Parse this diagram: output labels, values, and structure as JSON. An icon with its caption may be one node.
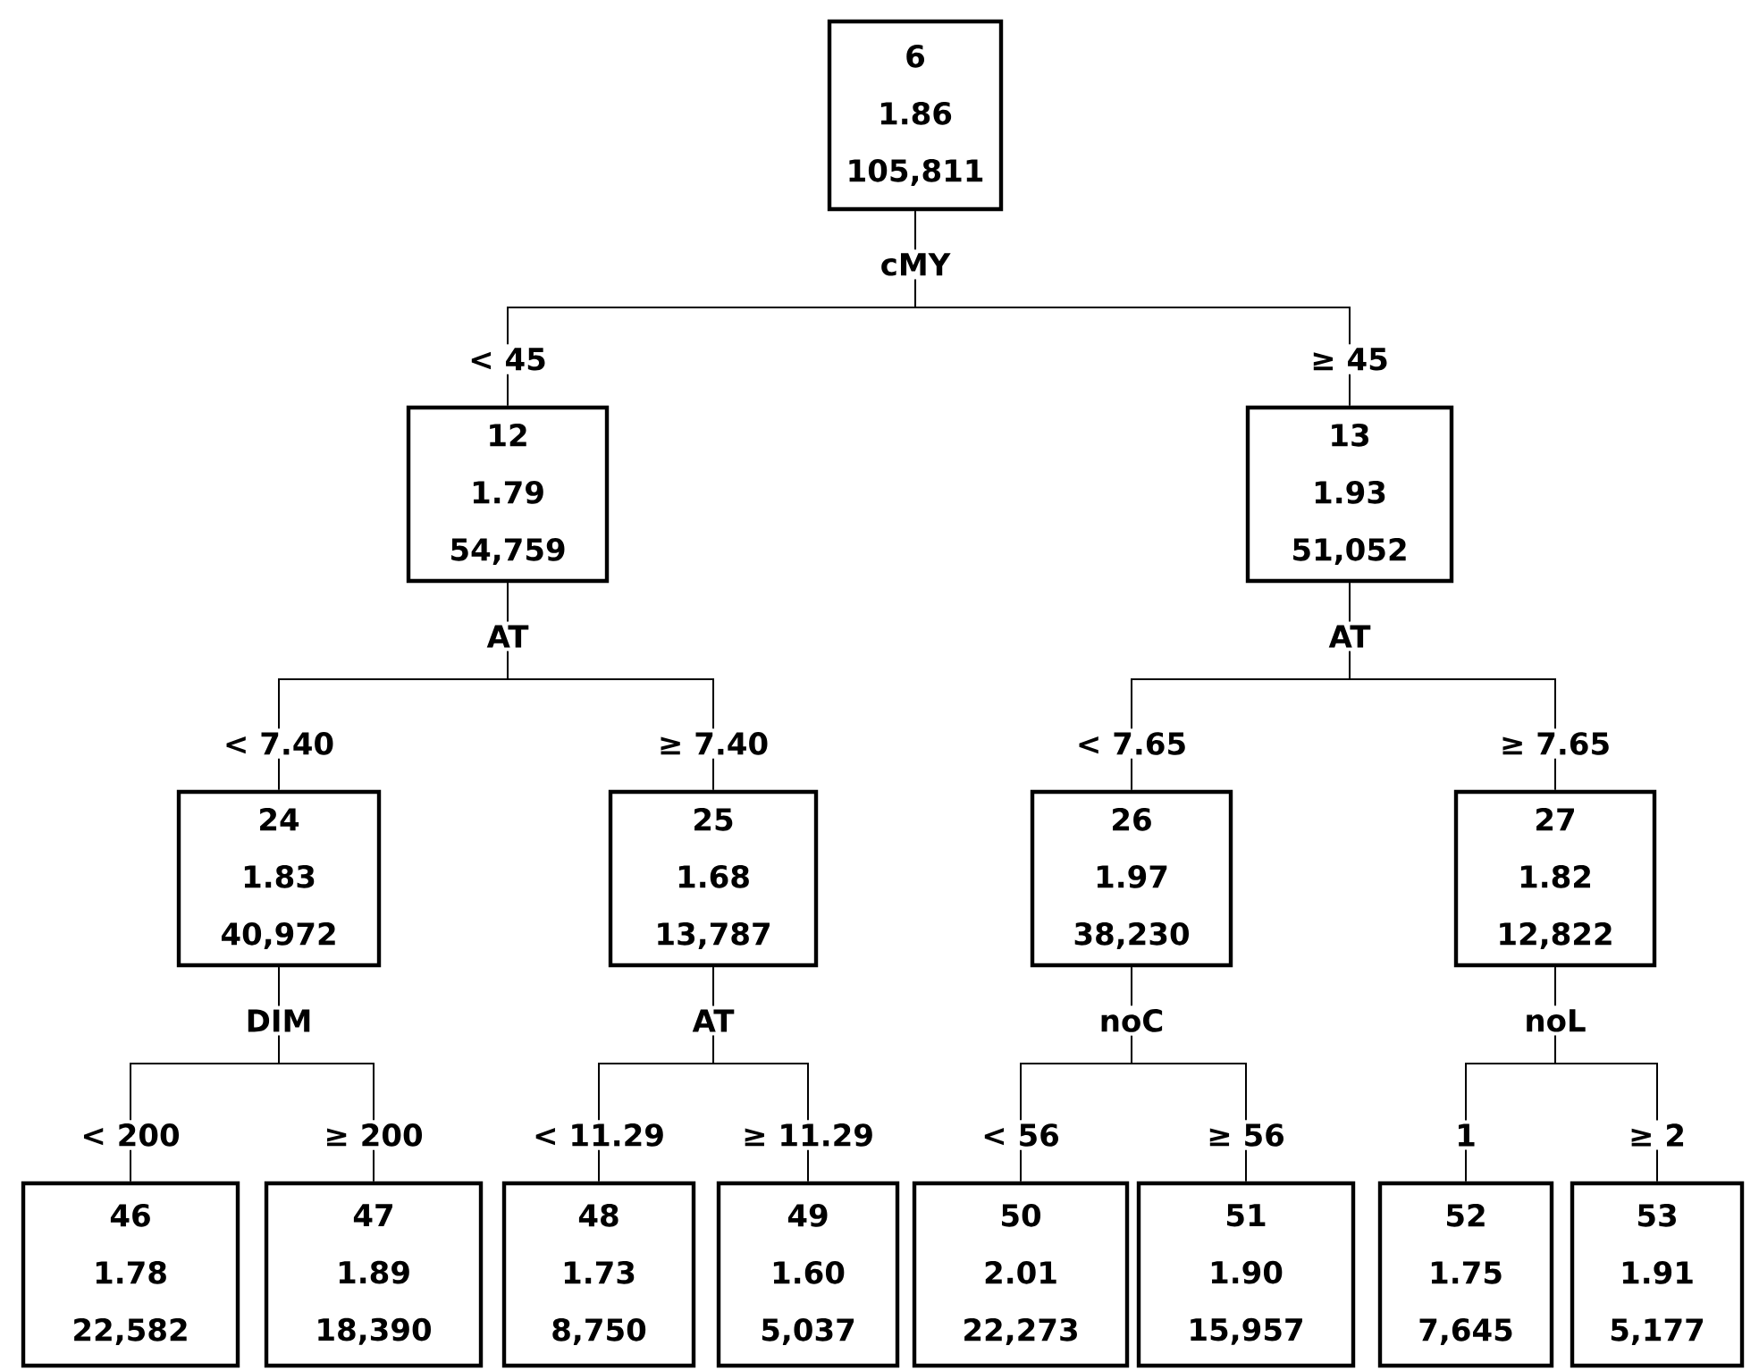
{
  "diagram": {
    "nodes": [
      {
        "text": [
          "6",
          "1.86",
          "105,811"
        ],
        "beside": [
          "cMY"
        ]
      },
      {
        "text": [
          "12",
          "1.79",
          "54,759"
        ],
        "beside": [
          "AT"
        ]
      },
      {
        "text": [
          "13",
          "1.93",
          "51,052"
        ],
        "beside": [
          "AT"
        ]
      },
      {
        "text": [
          "24",
          "1.83",
          "40,972"
        ],
        "beside": [
          "DIM"
        ]
      },
      {
        "text": [
          "25",
          "1.68",
          "13,787"
        ],
        "beside": [
          "AT"
        ]
      },
      {
        "text": [
          "26",
          "1.97",
          "38,230"
        ],
        "beside": [
          "noC"
        ]
      },
      {
        "text": [
          "27",
          "1.82",
          "12,822"
        ],
        "beside": [
          "noL"
        ]
      },
      {
        "text": [
          "46",
          "1.78",
          "22,582"
        ]
      },
      {
        "text": [
          "47",
          "1.89",
          "18,390"
        ]
      },
      {
        "text": [
          "48",
          "1.73",
          "8,750"
        ]
      },
      {
        "text": [
          "49",
          "1.60",
          "5,037"
        ]
      },
      {
        "text": [
          "50",
          "2.01",
          "22,273"
        ]
      },
      {
        "text": [
          "51",
          "1.90",
          "15,957"
        ]
      },
      {
        "text": [
          "52",
          "1.75",
          "7,645"
        ]
      },
      {
        "text": [
          "53",
          "1.91",
          "5,177"
        ]
      }
    ],
    "edges": [
      {
        "from": 0,
        "to": 1,
        "arrow": "none",
        "label": "< 45"
      },
      {
        "from": 0,
        "to": 2,
        "arrow": "none",
        "label": "≥ 45"
      },
      {
        "from": 1,
        "to": 3,
        "arrow": "none",
        "label": "< 7.40"
      },
      {
        "from": 1,
        "to": 4,
        "arrow": "none",
        "label": "≥ 7.40"
      },
      {
        "from": 2,
        "to": 5,
        "arrow": "none",
        "label": "< 7.65"
      },
      {
        "from": 2,
        "to": 6,
        "arrow": "none",
        "label": "≥ 7.65"
      },
      {
        "from": 3,
        "to": 7,
        "arrow": "none",
        "label": "< 200"
      },
      {
        "from": 3,
        "to": 8,
        "arrow": "none",
        "label": "≥ 200"
      },
      {
        "from": 4,
        "to": 9,
        "arrow": "none",
        "label": "< 11.29"
      },
      {
        "from": 4,
        "to": 10,
        "arrow": "none",
        "label": "≥ 11.29"
      },
      {
        "from": 5,
        "to": 11,
        "arrow": "none",
        "label": "< 56"
      },
      {
        "from": 5,
        "to": 12,
        "arrow": "none",
        "label": "≥ 56"
      },
      {
        "from": 6,
        "to": 13,
        "arrow": "none",
        "label": "1"
      },
      {
        "from": 6,
        "to": 14,
        "arrow": "none",
        "label": "≥ 2"
      }
    ]
  }
}
